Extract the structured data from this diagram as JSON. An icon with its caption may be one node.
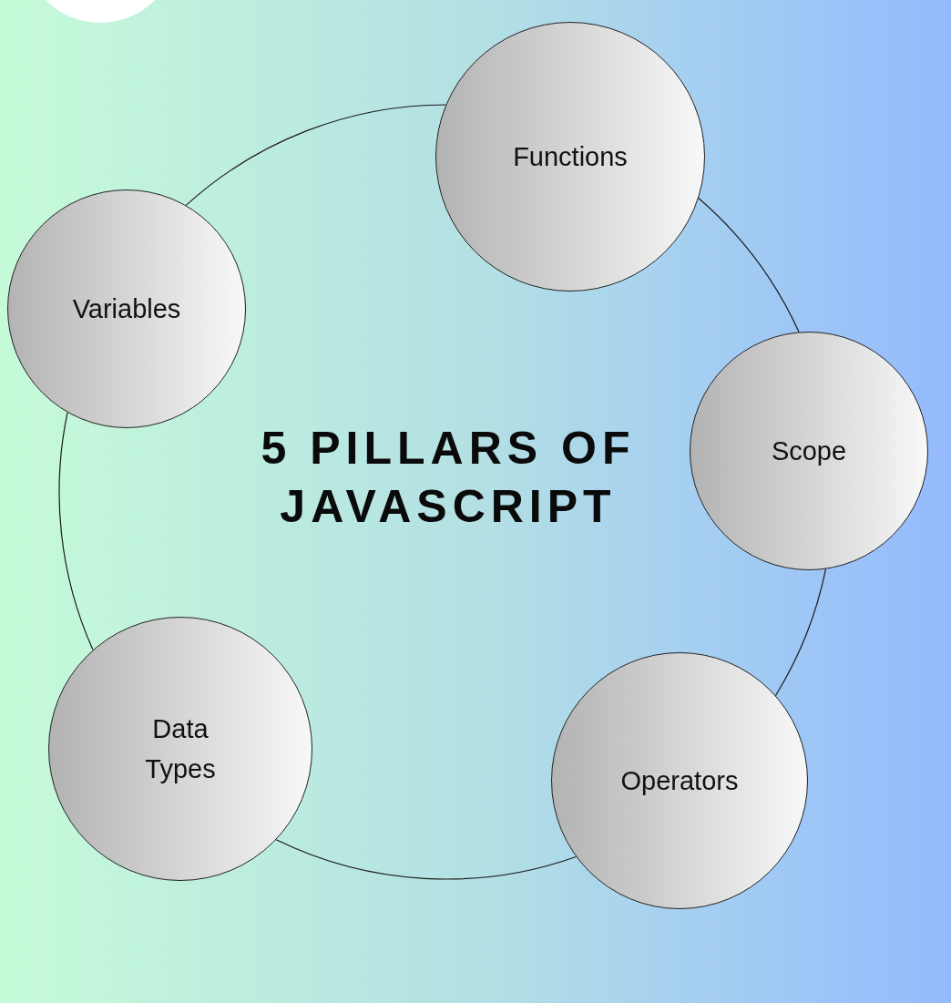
{
  "diagram": {
    "title": "5 PILLARS OF JAVASCRIPT",
    "nodes": [
      {
        "text": [
          "Functions"
        ]
      },
      {
        "text": [
          "Variables"
        ]
      },
      {
        "text": [
          "Scope"
        ]
      },
      {
        "text": [
          "Data Types"
        ]
      },
      {
        "text": [
          "Operators"
        ]
      }
    ],
    "edges": [
      {
        "from": 0,
        "to": 2,
        "arrow": "none"
      },
      {
        "from": 2,
        "to": 4,
        "arrow": "none"
      },
      {
        "from": 4,
        "to": 3,
        "arrow": "none"
      },
      {
        "from": 3,
        "to": 1,
        "arrow": "none"
      },
      {
        "from": 1,
        "to": 0,
        "arrow": "none"
      }
    ]
  }
}
